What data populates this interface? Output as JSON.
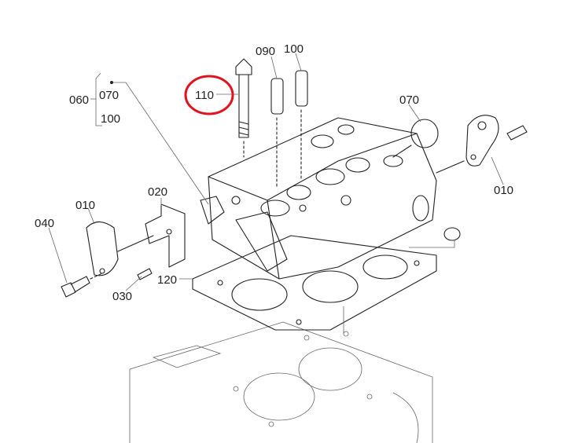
{
  "diagram": {
    "highlight_color": "#e0141e",
    "labels": {
      "p110": "110",
      "p090": "090",
      "p100_top": "100",
      "p060": "060",
      "p070_group": "070",
      "p100_group": "100",
      "p070": "070",
      "p010_right": "010",
      "p020": "020",
      "p010_left": "010",
      "p040": "040",
      "p030": "030",
      "p120": "120"
    }
  }
}
